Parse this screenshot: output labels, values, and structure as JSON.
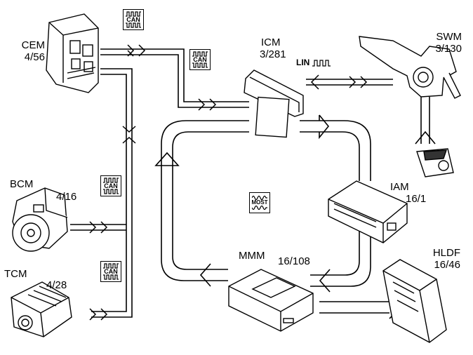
{
  "modules": {
    "cem": {
      "name": "CEM",
      "code": "4/56"
    },
    "icm": {
      "name": "ICM",
      "code": "3/281"
    },
    "swm": {
      "name": "SWM",
      "code": "3/130"
    },
    "bcm": {
      "name": "BCM",
      "code": "4/16"
    },
    "tcm": {
      "name": "TCM",
      "code": "4/28"
    },
    "iam": {
      "name": "IAM",
      "code": "16/1"
    },
    "mmm": {
      "name": "MMM",
      "code": "16/108"
    },
    "hldf": {
      "name": "HLDF",
      "code": "16/46"
    }
  },
  "bus_labels": {
    "can": "CAN",
    "lin": "LIN",
    "most": "MOST"
  },
  "icons": [
    "can-bus-icon",
    "lin-bus-icon",
    "most-bus-icon",
    "connector-icon"
  ]
}
